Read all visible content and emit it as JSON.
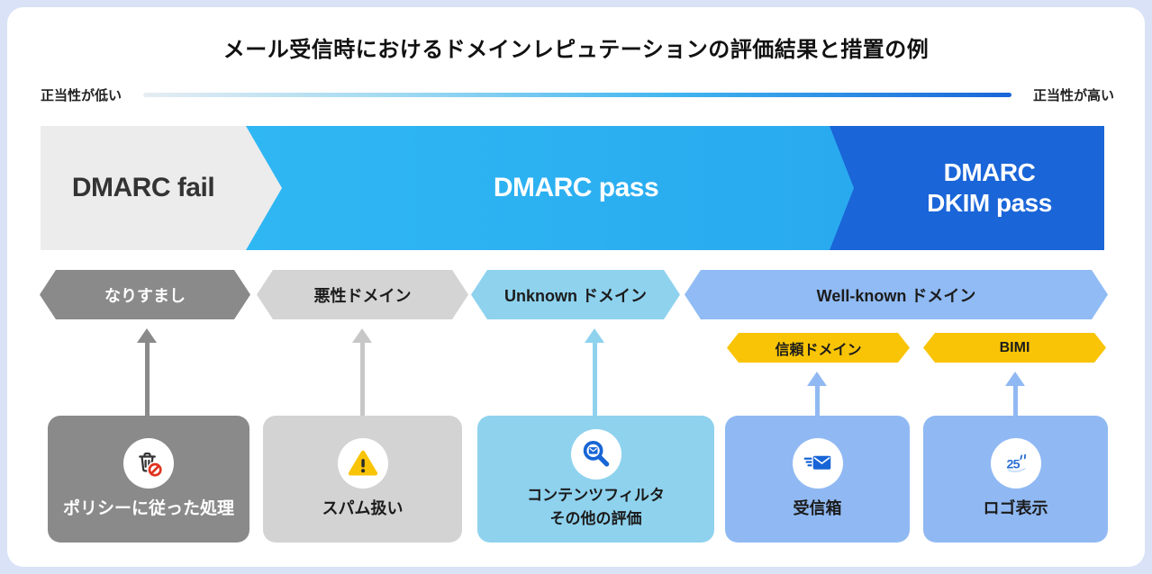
{
  "title": "メール受信時におけるドメインレピュテーションの評価結果と措置の例",
  "axis": {
    "left_label": "正当性が低い",
    "right_label": "正当性が高い"
  },
  "band_segments": [
    {
      "label": "DMARC fail",
      "color": "#ececec"
    },
    {
      "label": "DMARC pass",
      "color": "#2cb3f1"
    },
    {
      "label_line1": "DMARC",
      "label_line2": "DKIM pass",
      "color": "#1a65d8"
    }
  ],
  "reputation_levels": [
    {
      "label": "なりすまし",
      "color": "#8a8a8a"
    },
    {
      "label": "悪性ドメイン",
      "color": "#d4d4d4"
    },
    {
      "label": "Unknown ドメイン",
      "color": "#8ed2ee"
    },
    {
      "label": "Well-known ドメイン",
      "color": "#90bbf4"
    }
  ],
  "badges": [
    {
      "label": "信頼ドメイン",
      "color": "#f9c405"
    },
    {
      "label": "BIMI",
      "color": "#f9c405"
    }
  ],
  "actions": [
    {
      "lines": [
        "ポリシーに従った処理"
      ],
      "icon": "trash-blocked-icon",
      "color": "#8a8a8a"
    },
    {
      "lines": [
        "スパム扱い"
      ],
      "icon": "warning-icon",
      "color": "#d3d3d3"
    },
    {
      "lines": [
        "コンテンツフィルタ",
        "その他の評価"
      ],
      "icon": "search-mail-icon",
      "color": "#8ed2ee"
    },
    {
      "lines": [
        "受信箱"
      ],
      "icon": "inbox-mail-icon",
      "color": "#90b9f3"
    },
    {
      "lines": [
        "ロゴ表示"
      ],
      "icon": "brand-logo-icon",
      "color": "#90b9f3"
    }
  ],
  "colors": {
    "page_frame": "#d9e2f6",
    "card": "#ffffff",
    "accent_blue_dark": "#1a65d8",
    "accent_blue": "#2cb3f1",
    "accent_yellow": "#f9c405",
    "gradient_line_end": "#1a65d8"
  }
}
